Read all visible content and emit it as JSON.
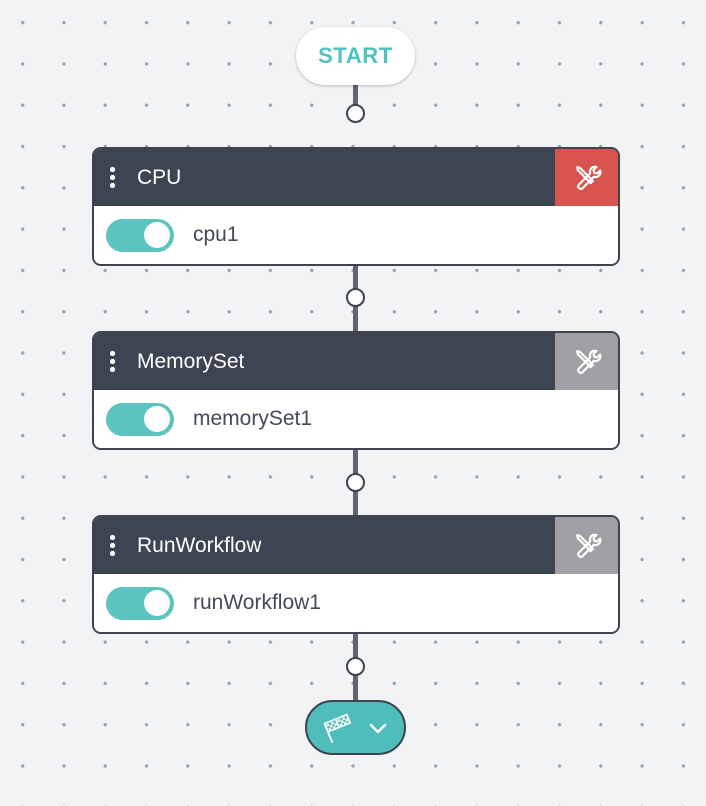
{
  "canvas": {
    "background_color": "#f1f3f5",
    "dot_color": "#98a2b3",
    "connector_color": "#5f6571"
  },
  "start": {
    "label": "START",
    "text_color": "#4ec3c0",
    "background_color": "#ffffff"
  },
  "nodes": [
    {
      "title": "CPU",
      "item_label": "cpu1",
      "toggle_state": "on",
      "menu_icon": "kebab-menu-icon",
      "tool_icon": "tools-icon",
      "tool_button_color": "#d9534f",
      "header_color": "#3d4452"
    },
    {
      "title": "MemorySet",
      "item_label": "memorySet1",
      "toggle_state": "on",
      "menu_icon": "kebab-menu-icon",
      "tool_icon": "tools-icon",
      "tool_button_color": "#a0a0a4",
      "header_color": "#3d4452"
    },
    {
      "title": "RunWorkflow",
      "item_label": "runWorkflow1",
      "toggle_state": "on",
      "menu_icon": "kebab-menu-icon",
      "tool_icon": "tools-icon",
      "tool_button_color": "#a0a0a4",
      "header_color": "#3d4452"
    }
  ],
  "end": {
    "flag_icon": "checkered-flag-icon",
    "chevron_icon": "chevron-down-icon",
    "background_color": "#4fbdba"
  },
  "toggle": {
    "on_color": "#5bc4c0",
    "knob_color": "#ffffff"
  }
}
